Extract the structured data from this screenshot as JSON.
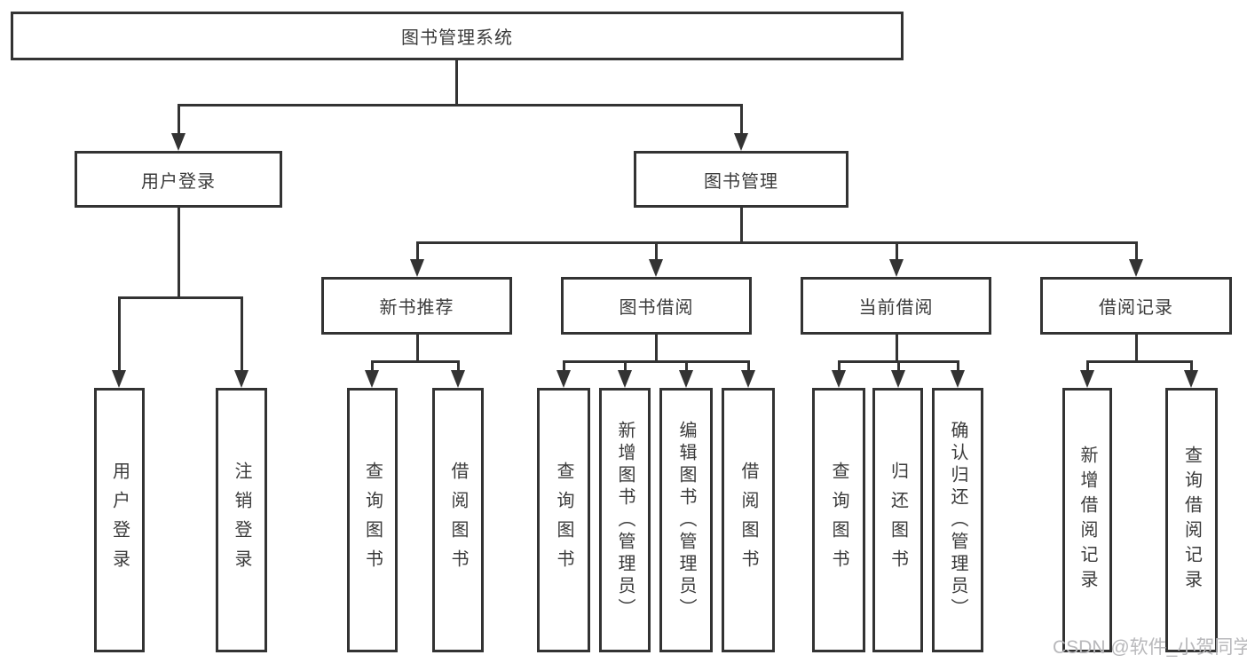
{
  "diagram": {
    "root": "图书管理系统",
    "level2": {
      "user_login": "用户登录",
      "book_mgmt": "图书管理"
    },
    "level3": {
      "new_books": "新书推荐",
      "book_borrow": "图书借阅",
      "current_borrow": "当前借阅",
      "borrow_records": "借阅记录"
    },
    "leaves": {
      "user_login": "用户登录",
      "logout": "注销登录",
      "nb_query_books": "查询图书",
      "nb_borrow_books": "借阅图书",
      "bb_query_books": "查询图书",
      "bb_add_books": "新增图书（管理员）",
      "bb_edit_books": "编辑图书（管理员）",
      "bb_borrow_books": "借阅图书",
      "cb_query_books": "查询图书",
      "cb_return_books": "归还图书",
      "cb_confirm_return": "确认归还（管理员）",
      "br_add_record": "新增借阅记录",
      "br_query_record": "查询借阅记录"
    }
  },
  "watermark": "CSDN @软件_小贺同学",
  "colors": {
    "line": "#333333",
    "text": "#3b3b3b",
    "watermark": "#b8b8bb",
    "background": "#ffffff"
  }
}
